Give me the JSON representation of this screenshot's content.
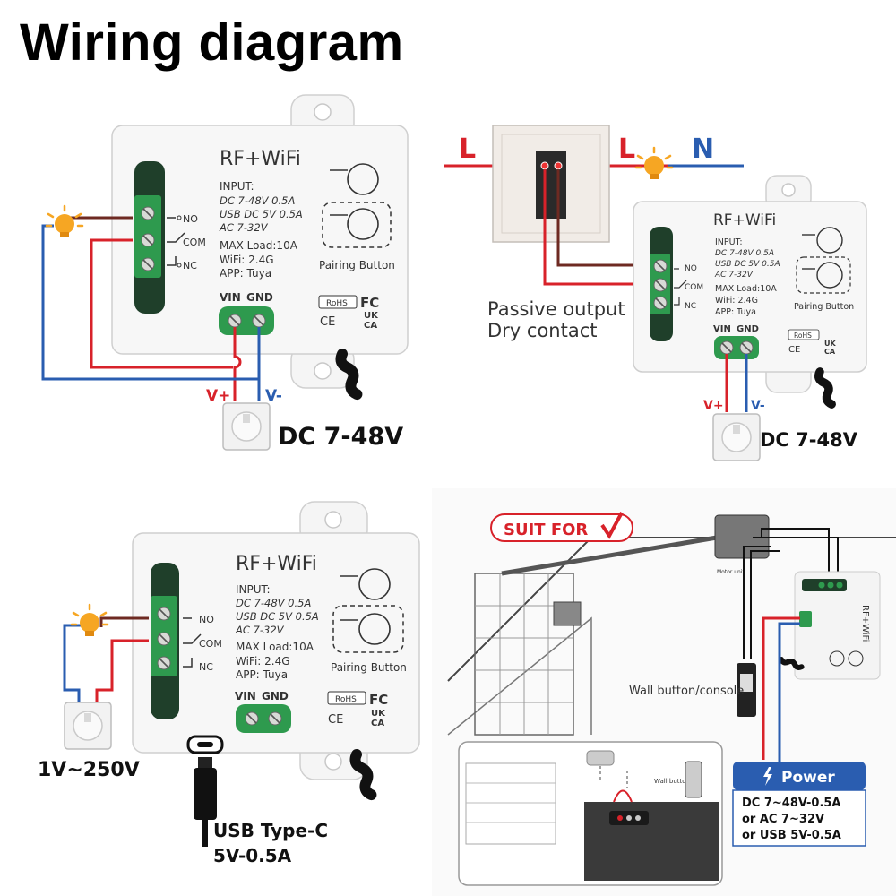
{
  "title": "Wiring diagram",
  "device": {
    "name": "RF+WiFi",
    "input_label": "INPUT:",
    "input_lines": [
      "DC 7-48V 0.5A",
      "USB DC 5V 0.5A",
      "AC 7-32V"
    ],
    "max_load": "MAX Load:10A",
    "wifi": "WiFi: 2.4G",
    "app": "APP: Tuya",
    "pairing": "Pairing Button",
    "vin": "VIN",
    "gnd": "GND",
    "no": "NO",
    "com": "COM",
    "nc": "NC",
    "rohs": "RoHS",
    "fc": "FC",
    "ce": "CE",
    "ukca_1": "UK",
    "ukca_2": "CA"
  },
  "panel1": {
    "v_plus": "V+",
    "v_minus": "V-",
    "supply": "DC 7-48V"
  },
  "panel2": {
    "l_left": "L",
    "l_right": "L",
    "n": "N",
    "note_1": "Passive output",
    "note_2": "Dry contact",
    "v_plus": "V+",
    "v_minus": "V-",
    "supply": "DC 7-48V"
  },
  "panel3": {
    "supply": "1V~250V",
    "usb_1": "USB Type-C",
    "usb_2": "5V-0.5A"
  },
  "panel4": {
    "suit_for": "SUIT FOR",
    "wall_button": "Wall button/console",
    "motor_unit": "Motor unit",
    "inset_wall": "Wall button",
    "power_title": "Power",
    "power_1": "DC 7~48V-0.5A",
    "power_2": "or  AC 7~32V",
    "power_3": "or  USB 5V-0.5A"
  },
  "colors": {
    "red": "#d8222a",
    "blue": "#2a5db0",
    "dark_red": "#6e2a22",
    "terminal_green": "#2e9a4e",
    "pcb_green": "#1f3f2a"
  }
}
